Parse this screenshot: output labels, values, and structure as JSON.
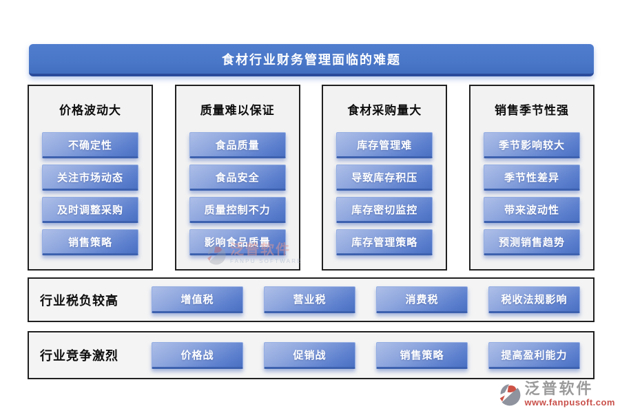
{
  "banner": {
    "title": "食材行业财务管理面临的难题"
  },
  "columns": [
    {
      "header": "价格波动大",
      "items": [
        "不确定性",
        "关注市场动态",
        "及时调整采购",
        "销售策略"
      ]
    },
    {
      "header": "质量难以保证",
      "items": [
        "食品质量",
        "食品安全",
        "质量控制不力",
        "影响食品质量"
      ]
    },
    {
      "header": "食材采购量大",
      "items": [
        "库存管理难",
        "导致库存积压",
        "库存密切监控",
        "库存管理策略"
      ]
    },
    {
      "header": "销售季节性强",
      "items": [
        "季节影响较大",
        "季节性差异",
        "带来波动性",
        "预测销售趋势"
      ]
    }
  ],
  "rows": [
    {
      "label": "行业税负较高",
      "items": [
        "增值税",
        "营业税",
        "消费税",
        "税收法规影响"
      ]
    },
    {
      "label": "行业竞争激烈",
      "items": [
        "价格战",
        "促销战",
        "销售策略",
        "提高盈利能力"
      ]
    }
  ],
  "watermark": {
    "brand": "泛普软件",
    "subtitle": "FANPU SOFTWARE"
  },
  "footer": {
    "brand": "泛普软件",
    "url": "www.fanpusoft.com"
  },
  "colors": {
    "banner_fill": "#4a77c8",
    "banner_edge": "#2b4c9b",
    "button_top": "#aebfe8",
    "button_bottom": "#4a70c2",
    "button_edge": "#3d61ae",
    "box_border": "#1f1f1f",
    "box_fill": "#f2f2f2",
    "brand_gray": "#9a9a9a",
    "brand_red": "#c9504a"
  }
}
